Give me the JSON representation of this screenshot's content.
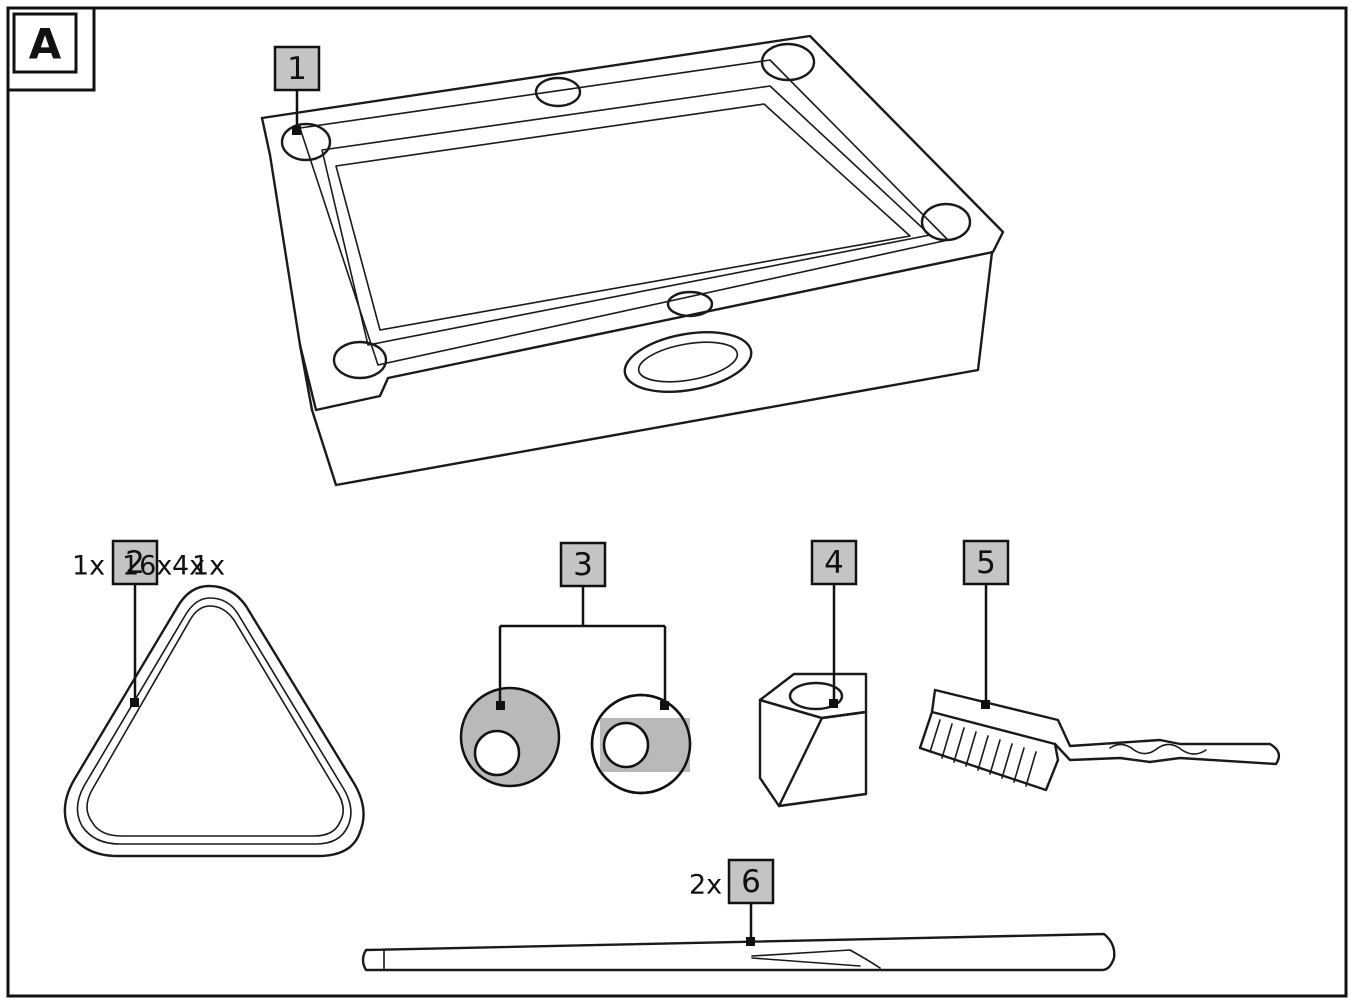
{
  "panel": {
    "letter": "A"
  },
  "parts": [
    {
      "id": "table",
      "number": "1",
      "quantity": ""
    },
    {
      "id": "triangle",
      "number": "2",
      "quantity": "1x"
    },
    {
      "id": "balls",
      "number": "3",
      "quantity": "16x"
    },
    {
      "id": "chalk",
      "number": "4",
      "quantity": "4x"
    },
    {
      "id": "brush",
      "number": "5",
      "quantity": "1x"
    },
    {
      "id": "cue",
      "number": "6",
      "quantity": "2x"
    }
  ],
  "colors": {
    "label_fill": "#c4c4c4",
    "ball_fill": "#b9b9b9",
    "line": "#1a1a1a"
  }
}
